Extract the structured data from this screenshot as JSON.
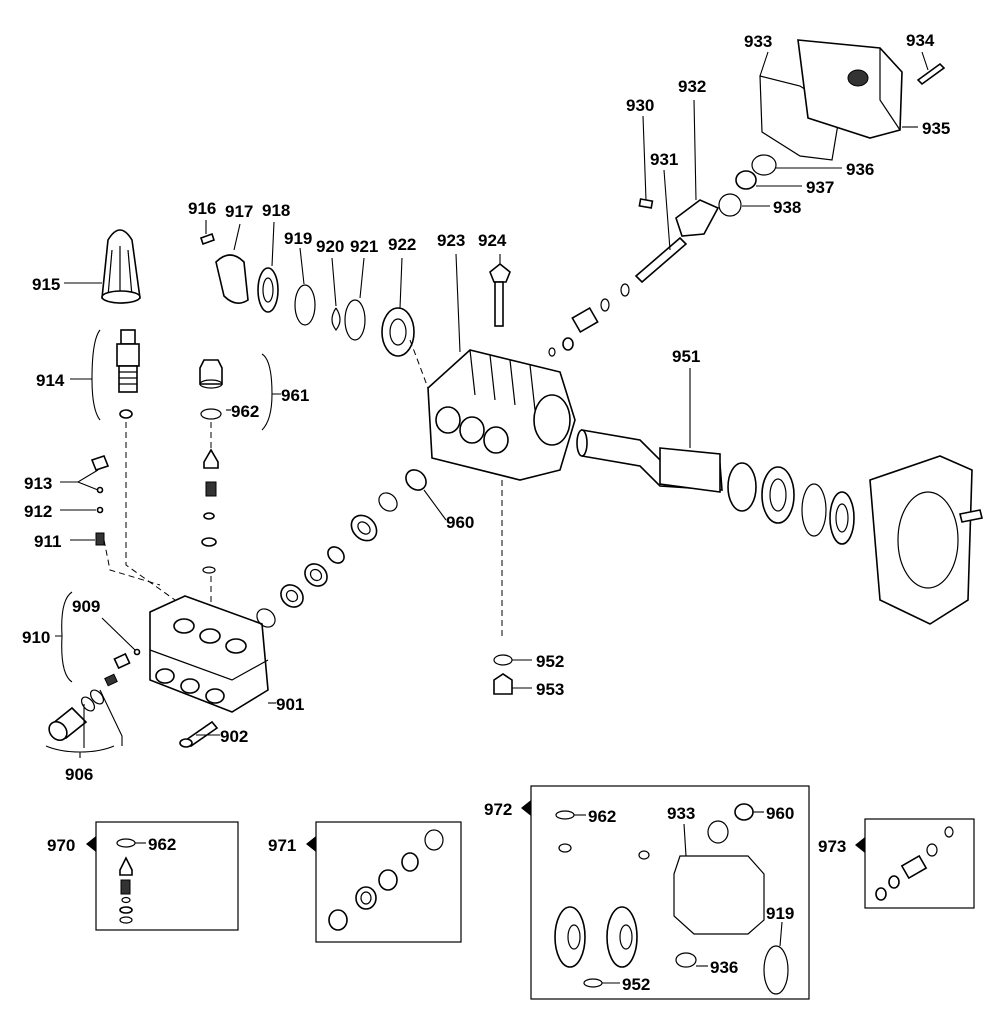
{
  "callouts": {
    "c901": "901",
    "c902": "902",
    "c906": "906",
    "c909": "909",
    "c910": "910",
    "c911": "911",
    "c912": "912",
    "c913": "913",
    "c914": "914",
    "c915": "915",
    "c916": "916",
    "c917": "917",
    "c918": "918",
    "c919": "919",
    "c920": "920",
    "c921": "921",
    "c922": "922",
    "c923": "923",
    "c924": "924",
    "c930": "930",
    "c931": "931",
    "c932": "932",
    "c933": "933",
    "c934": "934",
    "c935": "935",
    "c936": "936",
    "c937": "937",
    "c938": "938",
    "c951": "951",
    "c952": "952",
    "c953": "953",
    "c960": "960",
    "c961": "961",
    "c962": "962"
  },
  "kits": {
    "k970": {
      "label": "970",
      "items": {
        "a": "962"
      }
    },
    "k971": {
      "label": "971"
    },
    "k972": {
      "label": "972",
      "items": {
        "a": "962",
        "b": "933",
        "c": "960",
        "d": "919",
        "e": "936",
        "f": "952"
      }
    },
    "k973": {
      "label": "973"
    }
  }
}
